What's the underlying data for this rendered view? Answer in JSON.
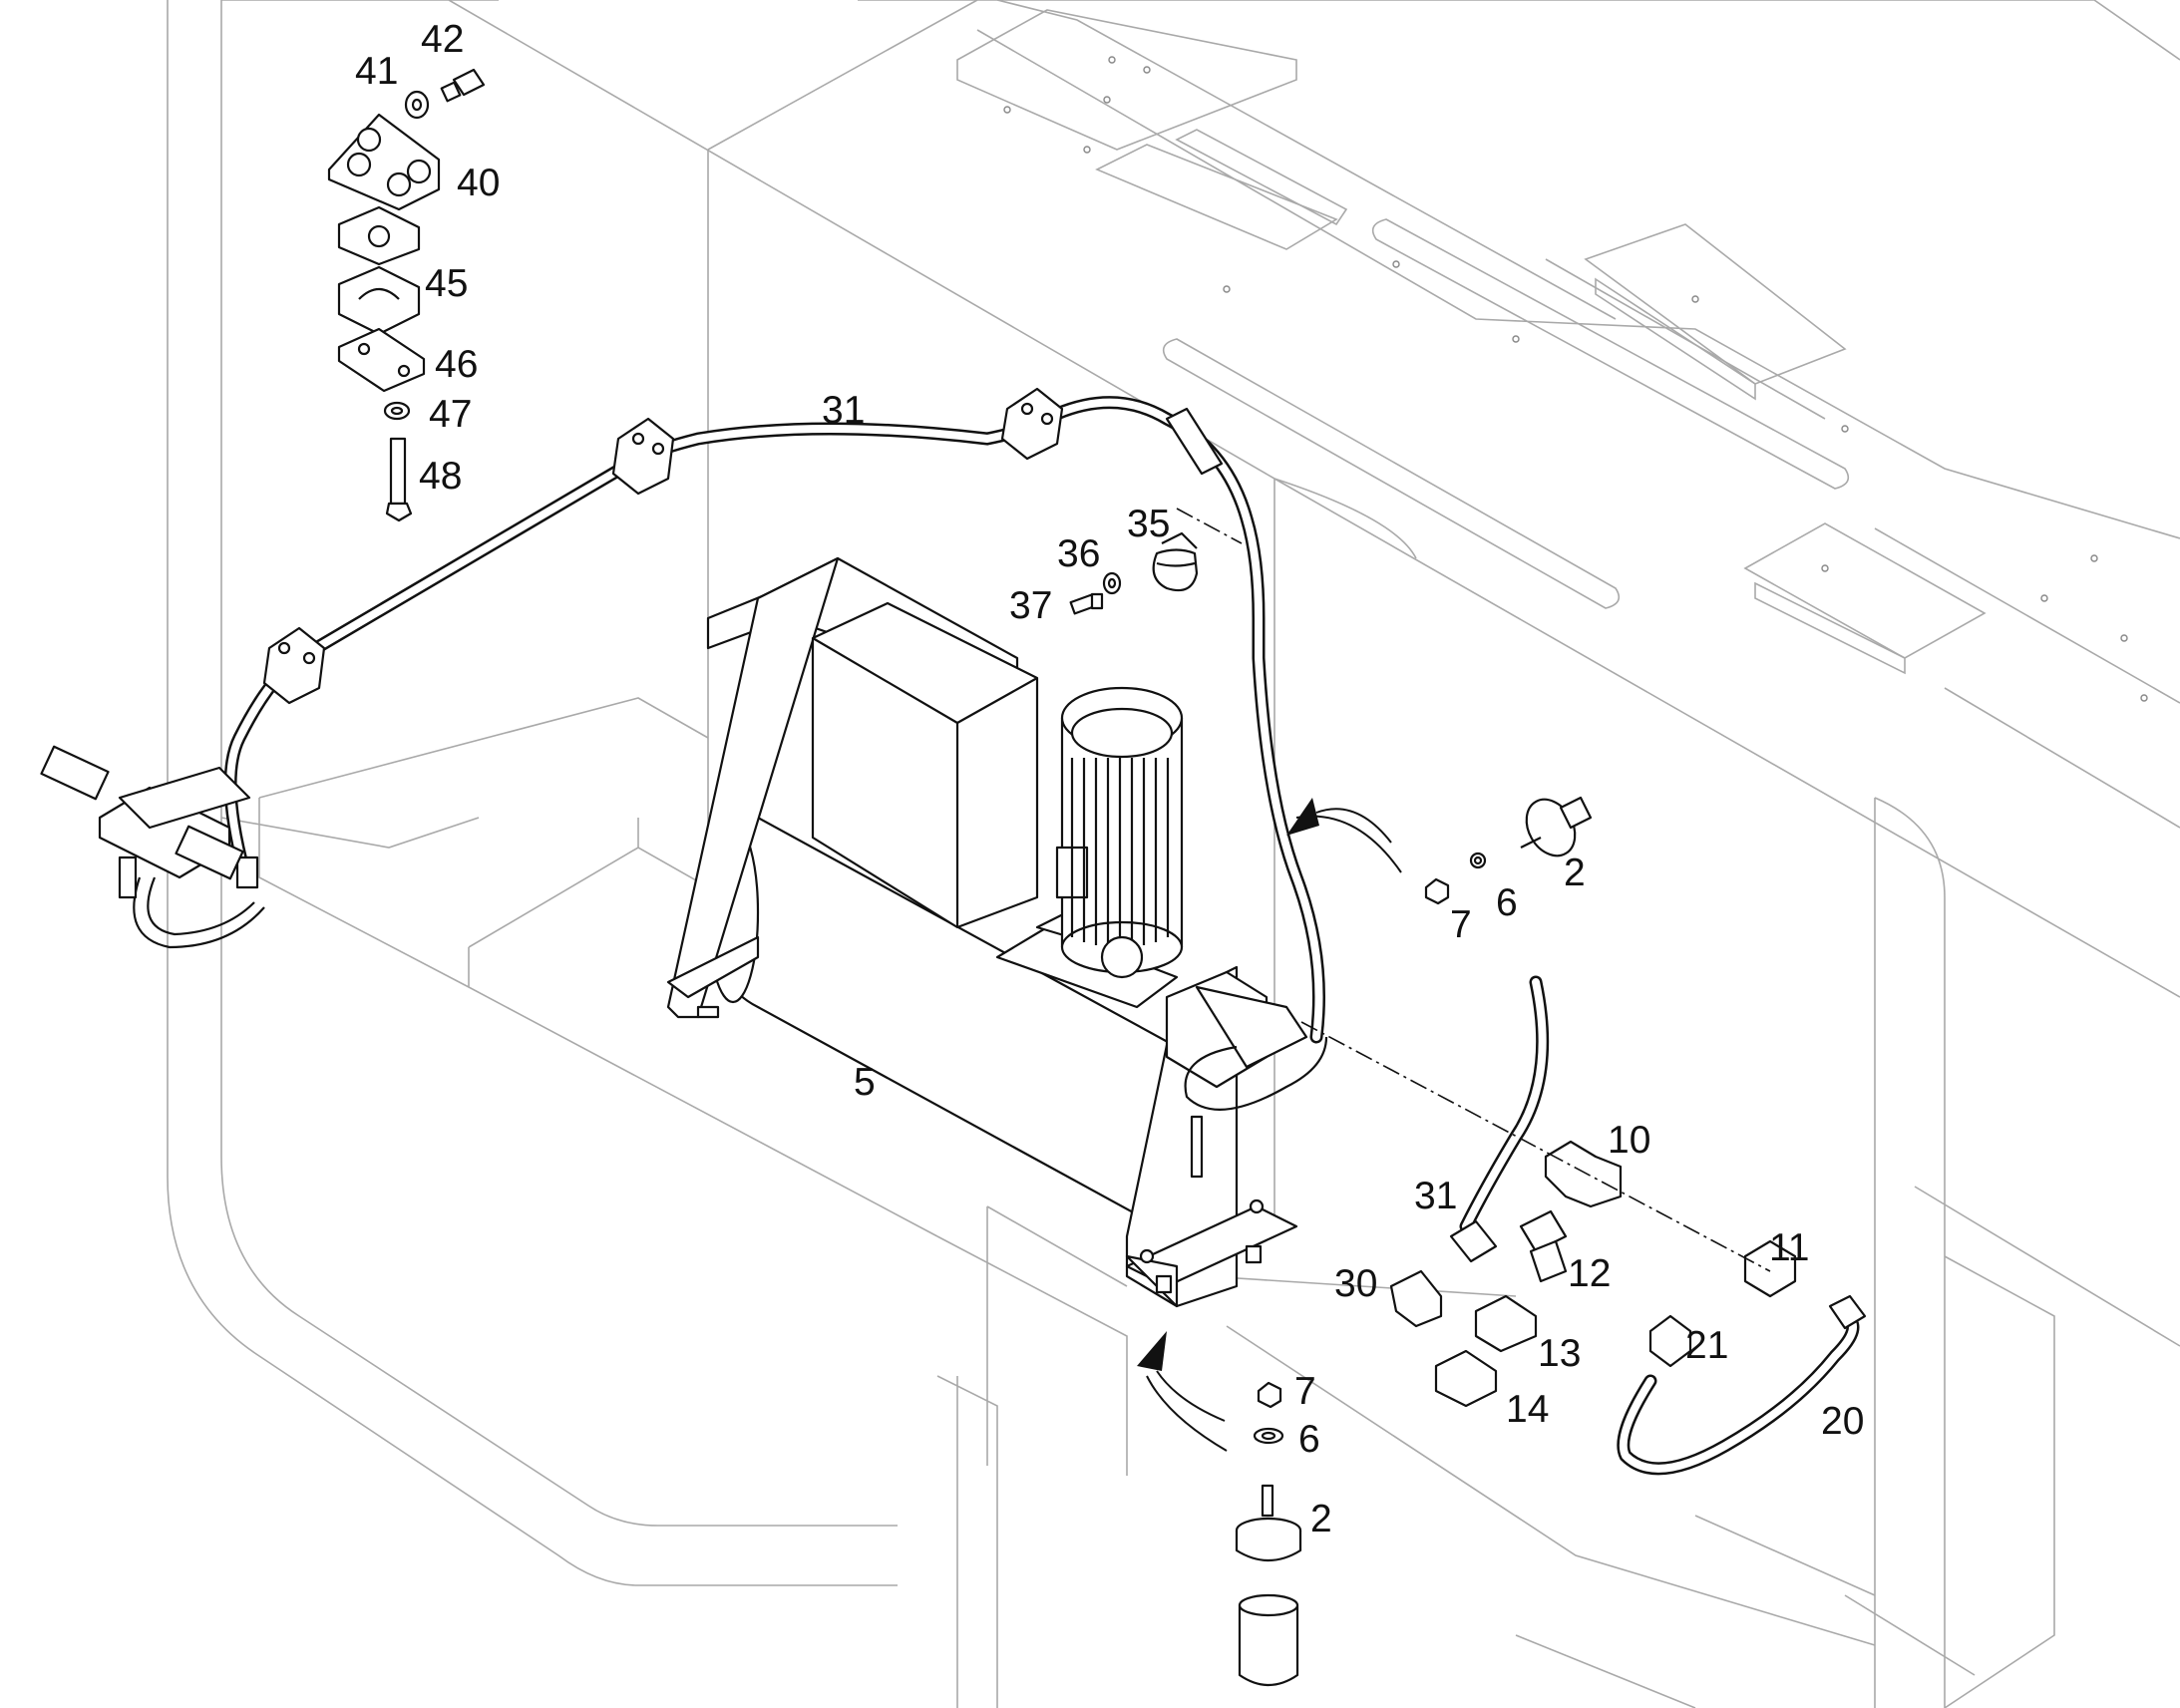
{
  "callouts": [
    {
      "id": "c41",
      "text": "41"
    },
    {
      "id": "c42",
      "text": "42"
    },
    {
      "id": "c40",
      "text": "40"
    },
    {
      "id": "c45",
      "text": "45"
    },
    {
      "id": "c46",
      "text": "46"
    },
    {
      "id": "c47",
      "text": "47"
    },
    {
      "id": "c48",
      "text": "48"
    },
    {
      "id": "c31a",
      "text": "31"
    },
    {
      "id": "c35",
      "text": "35"
    },
    {
      "id": "c36",
      "text": "36"
    },
    {
      "id": "c37",
      "text": "37"
    },
    {
      "id": "c2a",
      "text": "2"
    },
    {
      "id": "c6a",
      "text": "6"
    },
    {
      "id": "c7a",
      "text": "7"
    },
    {
      "id": "c5",
      "text": "5"
    },
    {
      "id": "c10",
      "text": "10"
    },
    {
      "id": "c31b",
      "text": "31"
    },
    {
      "id": "c11",
      "text": "11"
    },
    {
      "id": "c12",
      "text": "12"
    },
    {
      "id": "c30",
      "text": "30"
    },
    {
      "id": "c13",
      "text": "13"
    },
    {
      "id": "c21",
      "text": "21"
    },
    {
      "id": "c14",
      "text": "14"
    },
    {
      "id": "c20",
      "text": "20"
    },
    {
      "id": "c7b",
      "text": "7"
    },
    {
      "id": "c6b",
      "text": "6"
    },
    {
      "id": "c2b",
      "text": "2"
    }
  ]
}
